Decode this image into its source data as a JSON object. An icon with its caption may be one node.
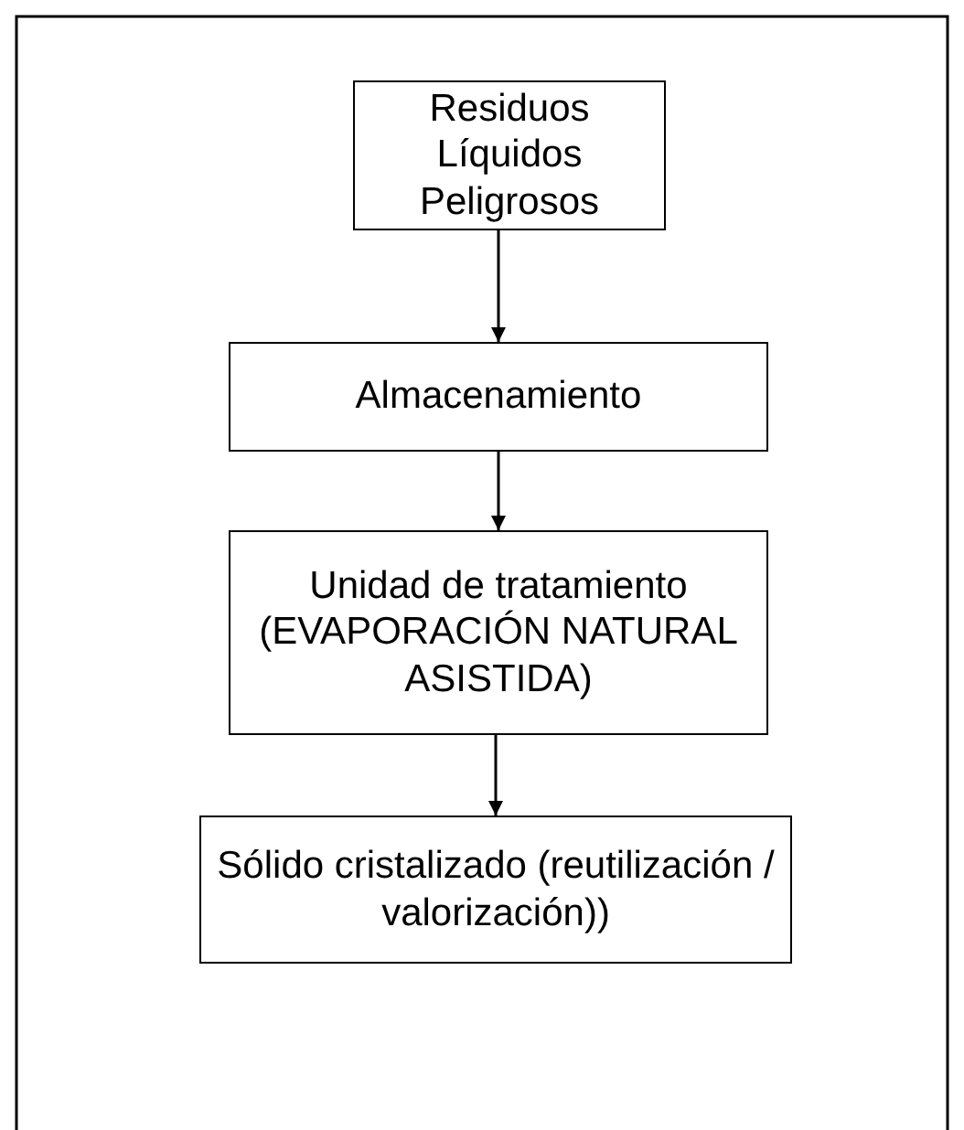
{
  "diagram": {
    "nodes": [
      {
        "text": [
          "Residuos Líquidos Peligrosos"
        ]
      },
      {
        "text": [
          "Almacenamiento"
        ]
      },
      {
        "text": [
          "Unidad de tratamiento (EVAPORACIÓN NATURAL ASISTIDA)"
        ]
      },
      {
        "text": [
          "Sólido cristalizado (reutilización / valorización))"
        ]
      }
    ],
    "edges": [
      {
        "from": 0,
        "to": 1,
        "arrow": "to"
      },
      {
        "from": 1,
        "to": 2,
        "arrow": "to"
      },
      {
        "from": 2,
        "to": 3,
        "arrow": "to"
      }
    ]
  }
}
